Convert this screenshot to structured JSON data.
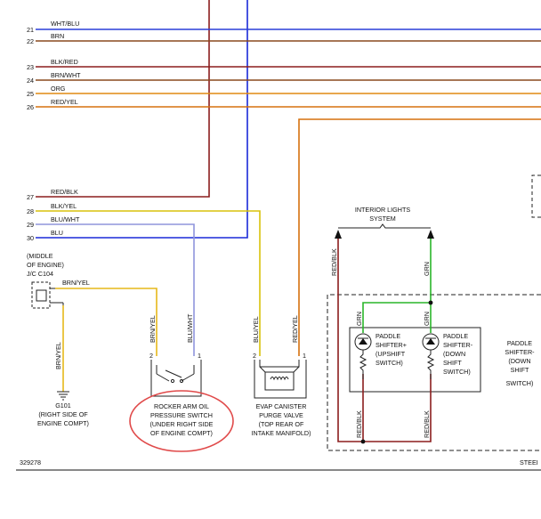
{
  "colors": {
    "WHT/BLU": "#2a3fd8",
    "BRN": "#8a4a1e",
    "BLK/RED": "#8b1d1d",
    "BRN/WHT": "#8a4a1e",
    "ORG": "#e08a10",
    "RED/YEL": "#d6710e",
    "RED/BLK": "#8b1d1d",
    "BLK/YEL": "#d8c20c",
    "BLU/WHT": "#8f95dc",
    "BLU": "#1a2ad8",
    "BRN/YEL": "#e6b81a",
    "GRN": "#2ab52a",
    "oval": "#e04a4a",
    "text": "#111111"
  },
  "left_wires": [
    {
      "num": "21",
      "label": "WHT/BLU"
    },
    {
      "num": "22",
      "label": "BRN"
    },
    {
      "num": "23",
      "label": "BLK/RED"
    },
    {
      "num": "24",
      "label": "BRN/WHT"
    },
    {
      "num": "25",
      "label": "ORG"
    },
    {
      "num": "26",
      "label": "RED/YEL"
    },
    {
      "num": "27",
      "label": "RED/BLK"
    },
    {
      "num": "28",
      "label": "BLK/YEL"
    },
    {
      "num": "29",
      "label": "BLU/WHT"
    },
    {
      "num": "30",
      "label": "BLU"
    }
  ],
  "connector": {
    "lines": [
      "(MIDDLE",
      "OF ENGINE)",
      "J/C C104"
    ]
  },
  "ground": {
    "lines": [
      "G101",
      "(RIGHT SIDE OF",
      "ENGINE COMPT)"
    ]
  },
  "wire_tags": {
    "brn_yel_top": "BRN/YEL",
    "brn_yel_left": "BRN/YEL",
    "brn_yel_switch": "BRN/YEL",
    "blu_wht_switch": "BLU/WHT",
    "blu_yel_evap": "BLU/YEL",
    "red_yel_evap": "RED/YEL",
    "red_blk_left": "RED/BLK",
    "grn_top": "GRN",
    "grn_left": "GRN",
    "grn_right": "GRN",
    "red_blk_bottom_left": "RED/BLK",
    "red_blk_bottom_right": "RED/BLK"
  },
  "pins": {
    "rocker_left": "2",
    "rocker_right": "1",
    "evap_left": "2",
    "evap_right": "1"
  },
  "rocker_switch": {
    "lines": [
      "ROCKER ARM OIL",
      "PRESSURE SWITCH",
      "(UNDER RIGHT SIDE",
      "OF ENGINE COMPT)"
    ]
  },
  "evap_valve": {
    "lines": [
      "EVAP CANISTER",
      "PURGE VALVE",
      "(TOP REAR OF",
      "INTAKE MANIFOLD)"
    ]
  },
  "interior_lights": {
    "lines": [
      "INTERIOR LIGHTS",
      "SYSTEM"
    ]
  },
  "paddle_up": {
    "lines": [
      "PADDLE",
      "SHIFTER+",
      "(UPSHIFT",
      "SWITCH)"
    ]
  },
  "paddle_down": {
    "lines": [
      "PADDLE",
      "SHIFTER-",
      "(DOWN",
      "SHIFT",
      "SWITCH)"
    ]
  },
  "paddle_down_partial": {
    "lines": [
      "PADDLE",
      "SHIFTER-",
      "(DOWN",
      "SHIFT",
      "SWITCH)"
    ]
  },
  "footer": {
    "code": "329278",
    "right": "STEEI"
  }
}
